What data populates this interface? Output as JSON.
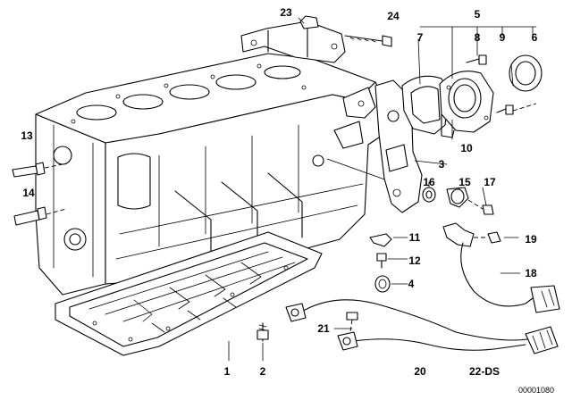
{
  "labels": {
    "l1": "1",
    "l2": "2",
    "l3": "3",
    "l4": "4",
    "l5": "5",
    "l6": "6",
    "l7": "7",
    "l8": "8",
    "l9": "9",
    "l10": "10",
    "l11": "11",
    "l12": "12",
    "l13": "13",
    "l14": "14",
    "l15": "15",
    "l16": "16",
    "l17": "17",
    "l18": "18",
    "l19": "19",
    "l20": "20",
    "l21": "21",
    "l22": "22-DS",
    "l23": "23",
    "l24": "24"
  },
  "diagram_code": "00001080",
  "colors": {
    "line": "#000000",
    "background": "#ffffff"
  }
}
